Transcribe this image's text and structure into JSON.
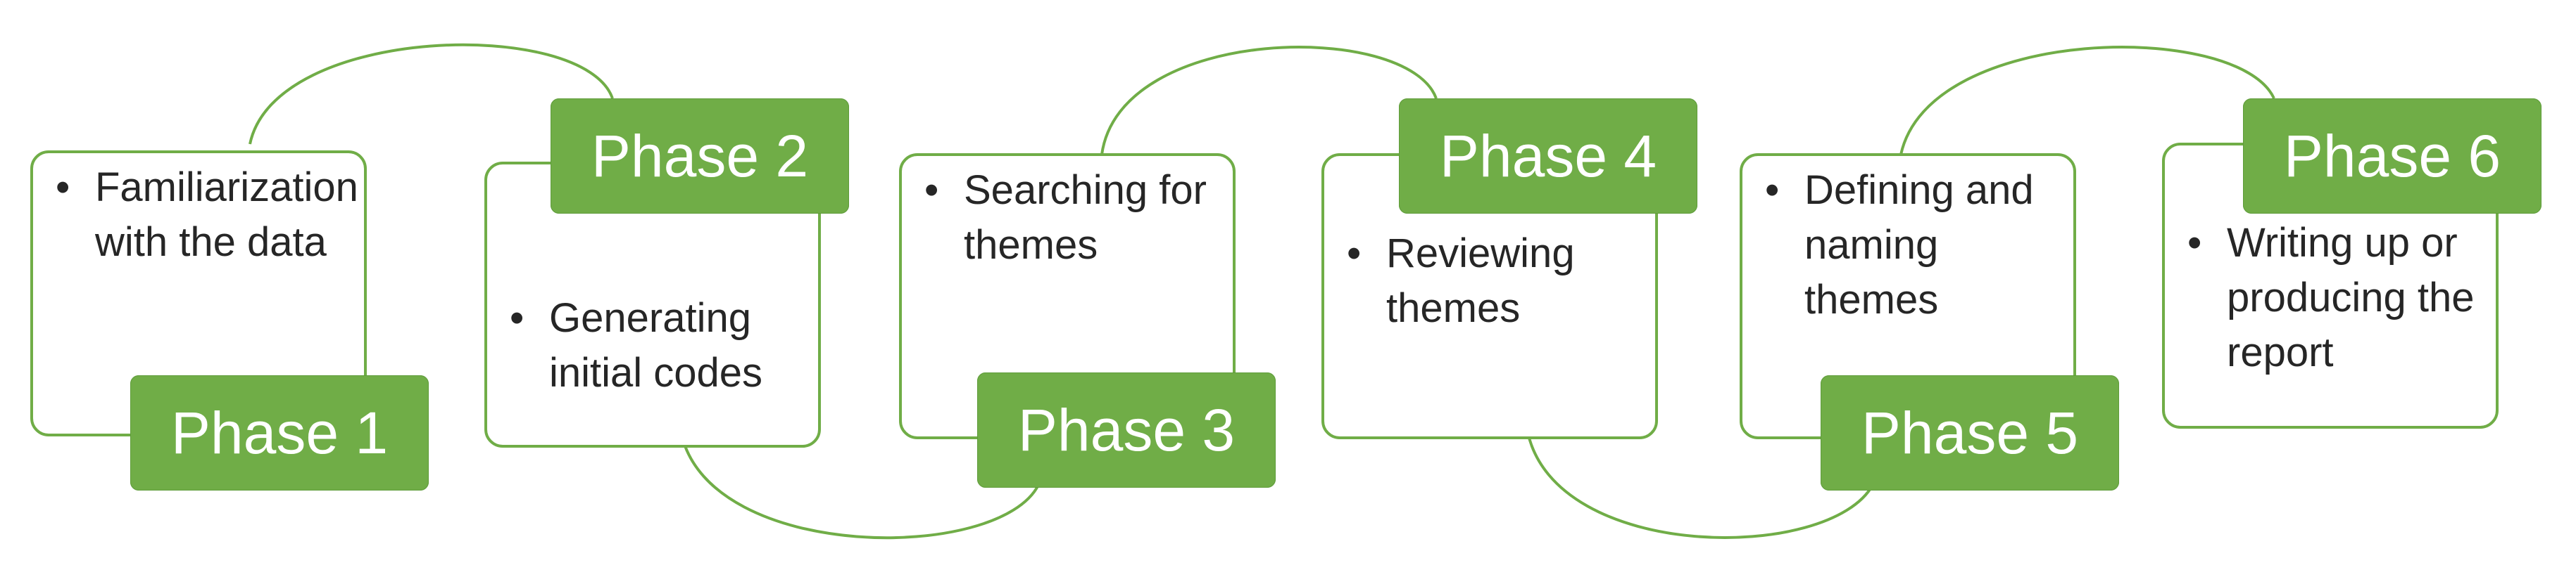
{
  "diagram": {
    "accent_color": "#70ad47",
    "phases": [
      {
        "label": "Phase 1",
        "step": "Familiarization with the data"
      },
      {
        "label": "Phase 2",
        "step": "Generating initial codes"
      },
      {
        "label": "Phase 3",
        "step": "Searching for themes"
      },
      {
        "label": "Phase 4",
        "step": "Reviewing themes"
      },
      {
        "label": "Phase 5",
        "step": "Defining and naming themes"
      },
      {
        "label": "Phase 6",
        "step": "Writing up or producing the report"
      }
    ]
  }
}
